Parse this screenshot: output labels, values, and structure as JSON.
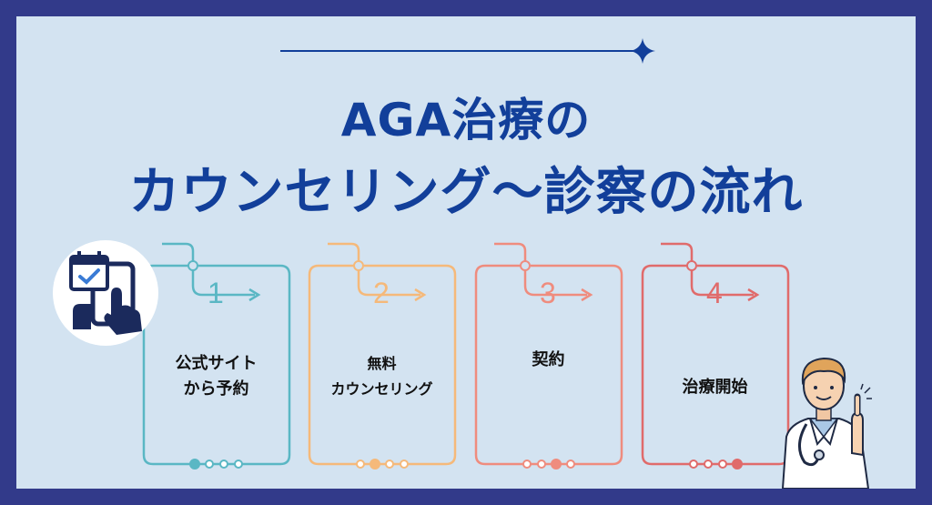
{
  "title": {
    "line1": "AGA治療の",
    "line2": "カウンセリング～診察の流れ"
  },
  "steps": [
    {
      "number": "1",
      "label_line1": "公式サイト",
      "label_line2": "から予約",
      "color": "#5ab7c4",
      "active_dot": 0
    },
    {
      "number": "2",
      "label_line1": "無料",
      "label_line2": "カウンセリング",
      "color": "#f5b97a",
      "active_dot": 1
    },
    {
      "number": "3",
      "label_line1": "契約",
      "label_line2": "",
      "color": "#ef8c7e",
      "active_dot": 2
    },
    {
      "number": "4",
      "label_line1": "治療開始",
      "label_line2": "",
      "color": "#e06b6b",
      "active_dot": 3
    }
  ],
  "colors": {
    "frame": "#323a8a",
    "panel": "#d3e3f1",
    "title": "#123f9a"
  },
  "icons": {
    "booking": "calendar-tablet-hand-icon",
    "doctor": "doctor-illustration"
  }
}
